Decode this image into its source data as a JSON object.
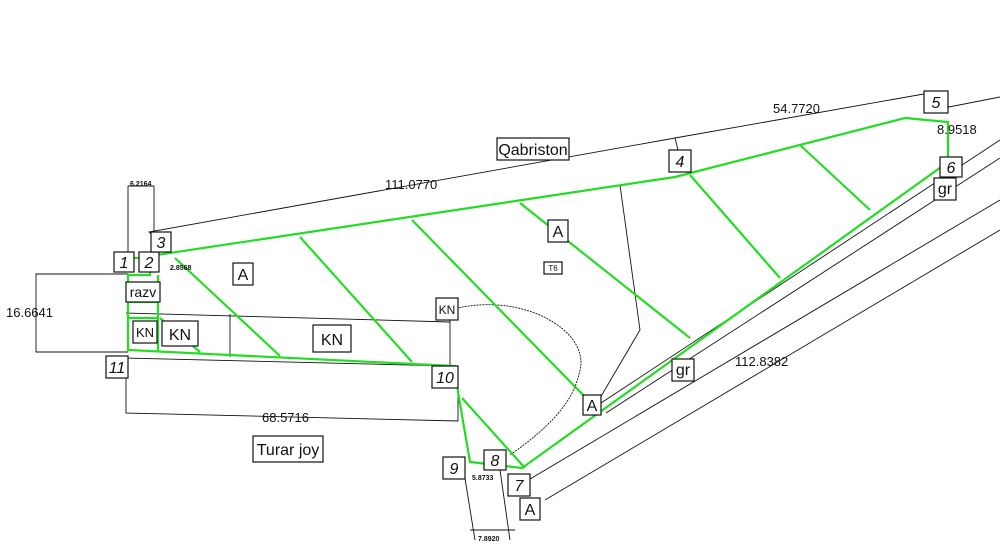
{
  "dimensions": {
    "top_left": "111.0770",
    "top_right": "54.7720",
    "right_short": "8.9518",
    "left_height": "16.6641",
    "bottom_left": "68.5716",
    "bottom_right": "112.8382",
    "tiny_left": "6.2164",
    "tiny_corner": "2.8568",
    "tiny_bottom_mid": "5.8733",
    "tiny_bottom": "7.8920"
  },
  "labels": {
    "qabriston": "Qabriston",
    "turar_joy": "Turar joy",
    "a": "A",
    "kn": "KN",
    "razv": "razv",
    "gr": "gr",
    "tp": "T6"
  },
  "points": {
    "p1": "1",
    "p2": "2",
    "p3": "3",
    "p4": "4",
    "p5": "5",
    "p6": "6",
    "p7": "7",
    "p8": "8",
    "p9": "9",
    "p10": "10",
    "p11": "11"
  }
}
